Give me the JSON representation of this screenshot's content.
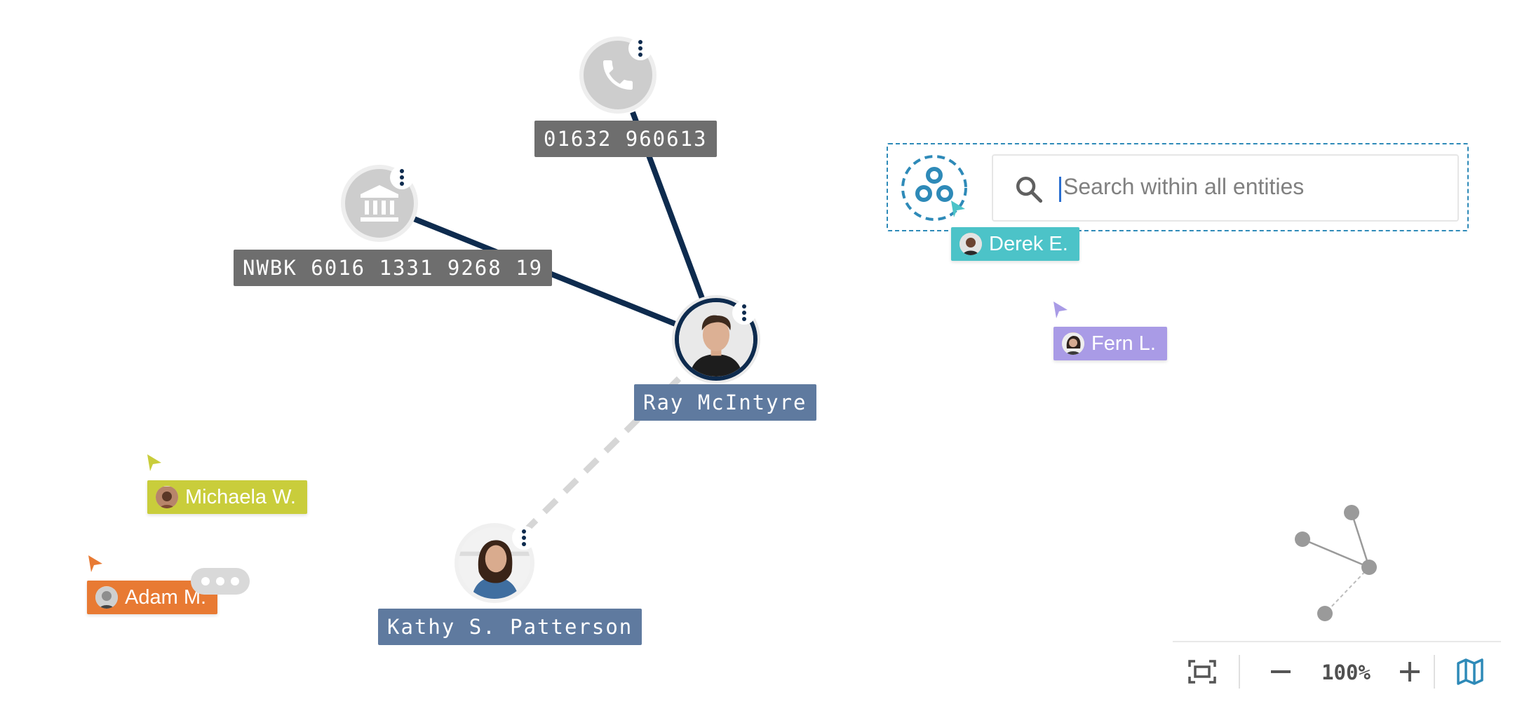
{
  "graph": {
    "nodes": {
      "phone": {
        "label": "01632 960613",
        "icon": "phone-icon"
      },
      "bank": {
        "label": "NWBK 6016 1331 9268 19",
        "icon": "bank-icon"
      },
      "ray": {
        "label": "Ray McIntyre",
        "icon": "person-avatar"
      },
      "kathy": {
        "label": "Kathy S. Patterson",
        "icon": "person-avatar"
      }
    },
    "colors": {
      "edge_solid": "#0e2b4e",
      "edge_dashed": "#d6d6d6",
      "label_gray": "#6e6e6e",
      "label_blue": "#5f7a9f"
    }
  },
  "search": {
    "placeholder": "Search within all entities",
    "icon": "search-icon",
    "entity_icon": "entities-icon",
    "accent": "#2e8ab8"
  },
  "collaborators": [
    {
      "name": "Derek E.",
      "color": "#4cc3c8"
    },
    {
      "name": "Fern L.",
      "color": "#a99be6"
    },
    {
      "name": "Michaela W.",
      "color": "#c9cd3b"
    },
    {
      "name": "Adam M.",
      "color": "#e87a33"
    }
  ],
  "toolbar": {
    "fit_icon": "fit-to-screen-icon",
    "zoom_out_icon": "minus-icon",
    "zoom_level": "100%",
    "zoom_in_icon": "plus-icon",
    "map_icon": "map-icon",
    "accent": "#2e8ab8"
  }
}
